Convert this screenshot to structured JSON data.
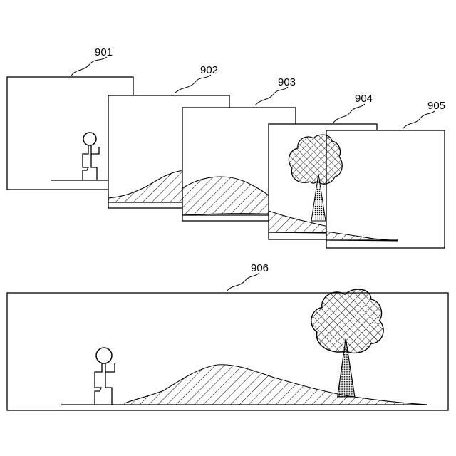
{
  "figure": {
    "frames": [
      {
        "id": "frame-901",
        "label": "901"
      },
      {
        "id": "frame-902",
        "label": "902"
      },
      {
        "id": "frame-903",
        "label": "903"
      },
      {
        "id": "frame-904",
        "label": "904"
      },
      {
        "id": "frame-905",
        "label": "905"
      }
    ],
    "composite": {
      "id": "composite-906",
      "label": "906"
    }
  },
  "icons": {
    "person": "stick-figure-icon",
    "tree": "tree-icon",
    "hill": "hatched-hill"
  }
}
